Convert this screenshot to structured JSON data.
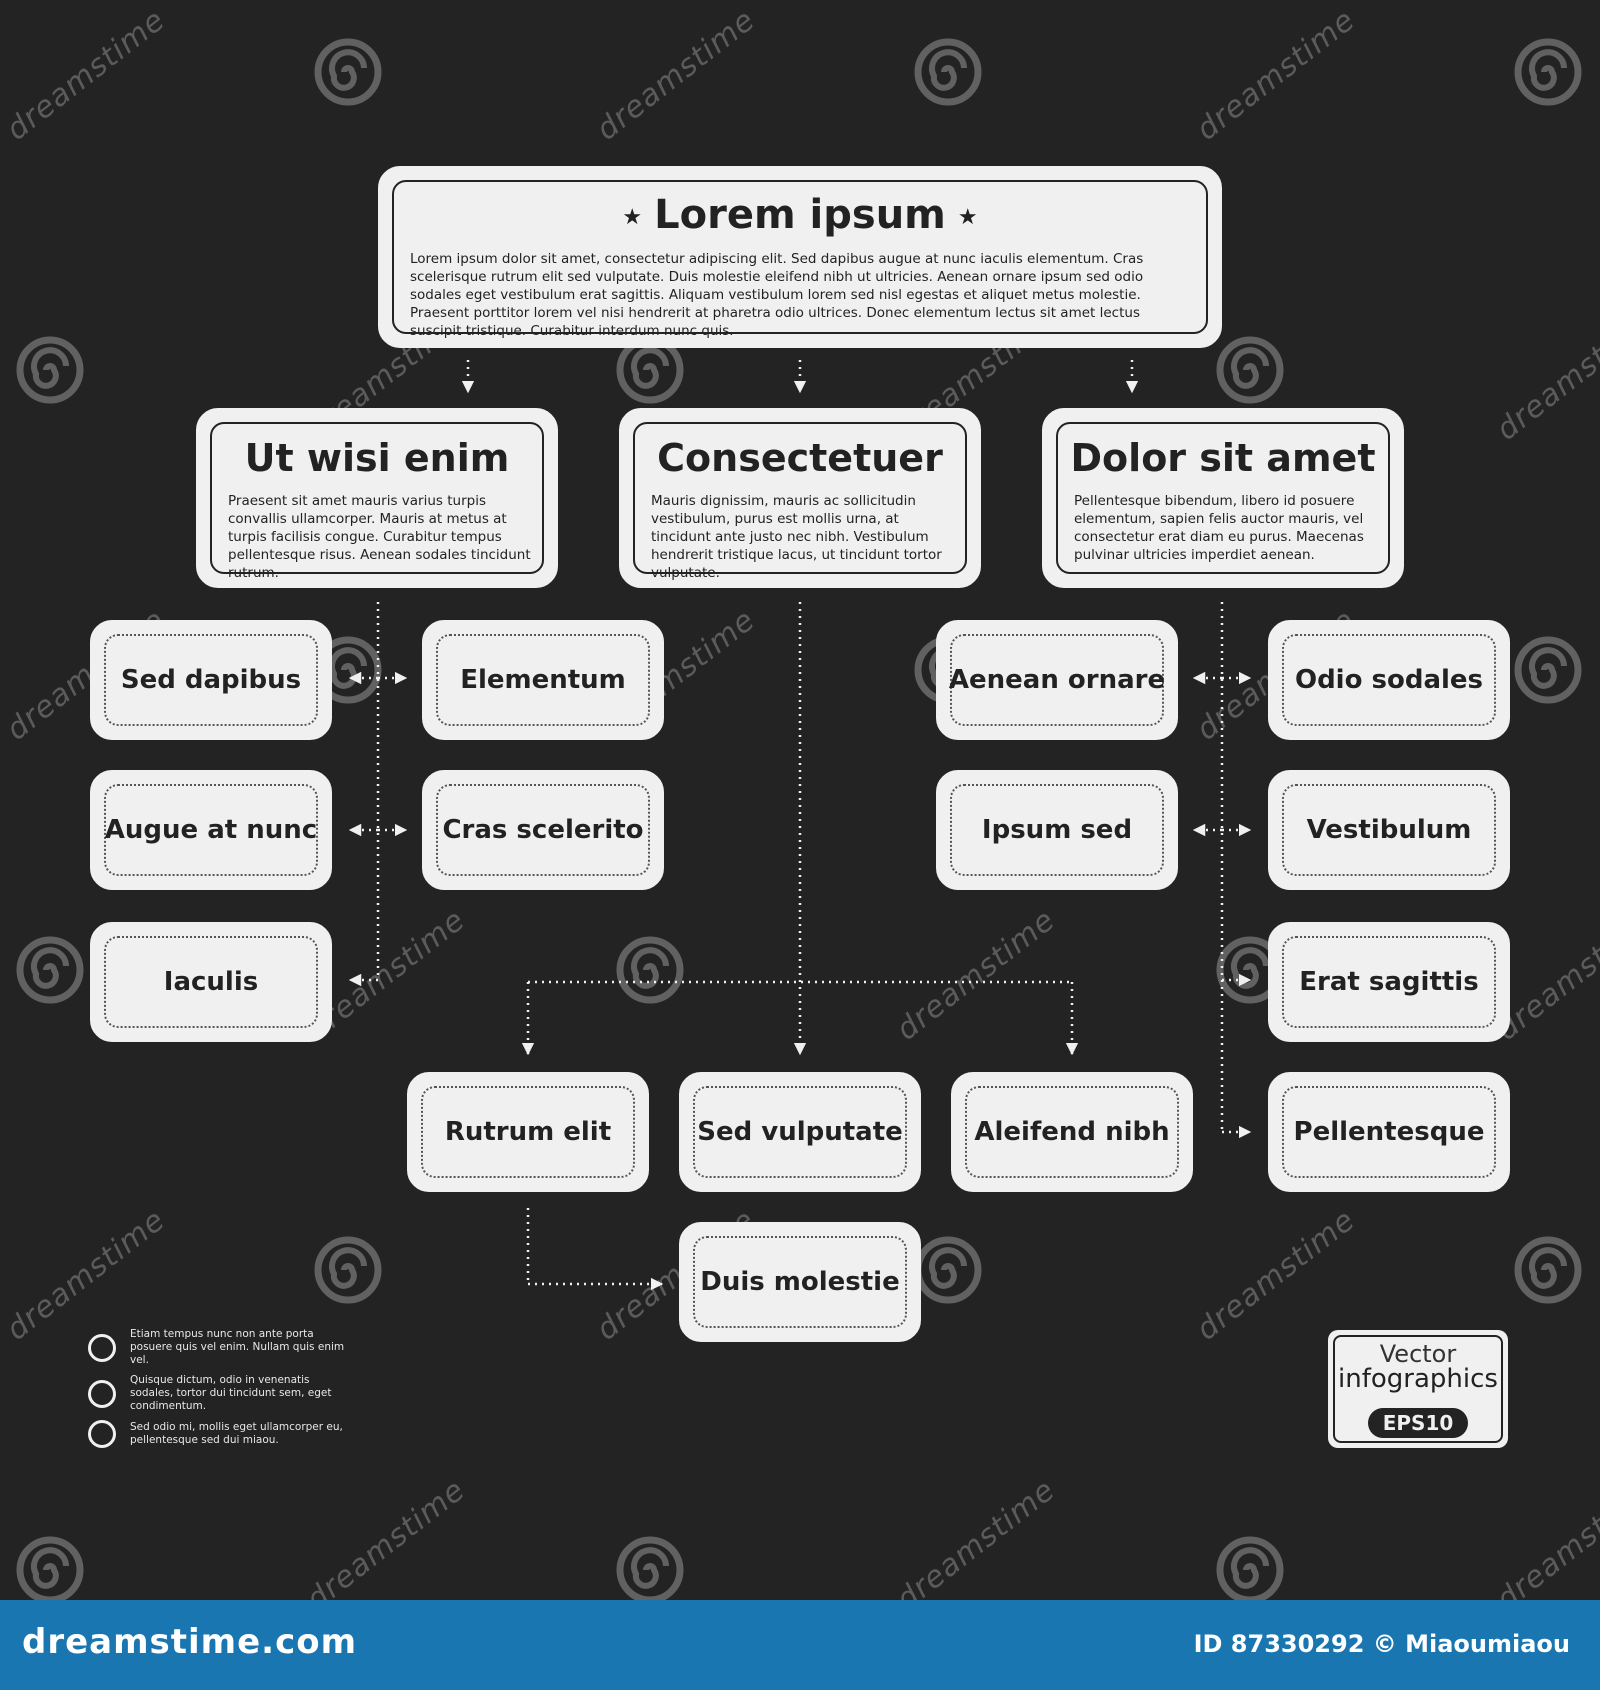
{
  "top": {
    "title": "Lorem ipsum",
    "star": "★",
    "description": "Lorem ipsum dolor sit amet, consectetur adipiscing elit. Sed dapibus augue at nunc iaculis elementum. Cras scelerisque rutrum elit sed vulputate. Duis molestie eleifend nibh ut ultricies. Aenean ornare ipsum sed odio sodales eget vestibulum erat sagittis. Aliquam vestibulum lorem sed nisl egestas et aliquet metus molestie. Praesent porttitor lorem vel nisi hendrerit at pharetra odio ultrices. Donec elementum lectus sit amet lectus suscipit tristique. Curabitur interdum nunc quis."
  },
  "mid": [
    {
      "title": "Ut wisi enim",
      "description": "Praesent sit amet mauris varius turpis convallis ullamcorper. Mauris at metus at turpis facilisis congue. Curabitur tempus pellentesque risus. Aenean sodales tincidunt rutrum."
    },
    {
      "title": "Consectetuer",
      "description": "Mauris dignissim, mauris ac sollicitudin vestibulum, purus est mollis urna, at tincidunt ante justo nec nibh. Vestibulum hendrerit tristique lacus, ut tincidunt tortor vulputate."
    },
    {
      "title": "Dolor sit amet",
      "description": "Pellentesque bibendum, libero id posuere elementum, sapien felis auctor mauris, vel consectetur erat diam eu purus. Maecenas pulvinar ultricies imperdiet aenean."
    }
  ],
  "leaves": {
    "sed_dapibus": "Sed dapibus",
    "elementum": "Elementum",
    "augue_at_nunc": "Augue at nunc",
    "cras_scelerito": "Cras scelerito",
    "iaculis": "Iaculis",
    "aenean_ornare": "Aenean ornare",
    "odio_sodales": "Odio sodales",
    "ipsum_sed": "Ipsum sed",
    "vestibulum": "Vestibulum",
    "erat_sagittis": "Erat sagittis",
    "pellentesque": "Pellentesque",
    "rutrum_elit": "Rutrum elit",
    "sed_vulputate": "Sed vulputate",
    "aleifend_nibh": "Aleifend nibh",
    "duis_molestie": "Duis molestie"
  },
  "legend": [
    "Etiam tempus nunc non ante porta posuere quis vel enim. Nullam quis enim vel.",
    "Quisque dictum, odio in venenatis sodales, tortor dui tincidunt sem, eget condimentum.",
    "Sed odio mi, mollis eget ullamcorper eu, pellentesque sed dui miaou."
  ],
  "badge": {
    "line1": "Vector",
    "line2": "infographics",
    "pill": "EPS10"
  },
  "footer": {
    "site": "dreamstime.com",
    "credit": "ID 87330292 © Miaoumiaou"
  },
  "watermark": {
    "text": "dreamstime",
    "icon": "spiral-icon"
  },
  "colors": {
    "background": "#232323",
    "box": "#f0f0f0",
    "footer": "#1976b0"
  }
}
